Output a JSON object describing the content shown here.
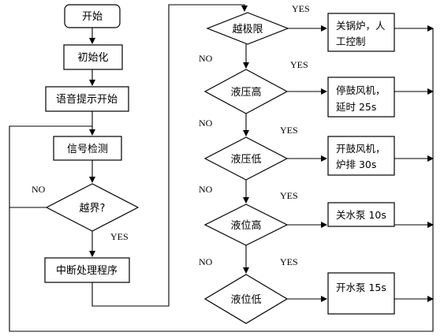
{
  "left_column": {
    "start": "开始",
    "init": "初始化",
    "voice": "语音提示开始",
    "detect": "信号检测",
    "check": "越界?",
    "interrupt": "中断处理程序"
  },
  "decisions": [
    {
      "label": "越极限",
      "action_lines": [
        "关锅炉，人",
        "工控制"
      ]
    },
    {
      "label": "液压高",
      "action_lines": [
        "停鼓风机，",
        "延时 25s"
      ]
    },
    {
      "label": "液压低",
      "action_lines": [
        "开鼓风机，",
        "炉排 30s"
      ]
    },
    {
      "label": "液位高",
      "action_lines": [
        "关水泵 10s"
      ]
    },
    {
      "label": "液位低",
      "action_lines": [
        "开水泵 15s"
      ]
    }
  ],
  "branch_labels": {
    "yes": "YES",
    "no": "NO"
  }
}
